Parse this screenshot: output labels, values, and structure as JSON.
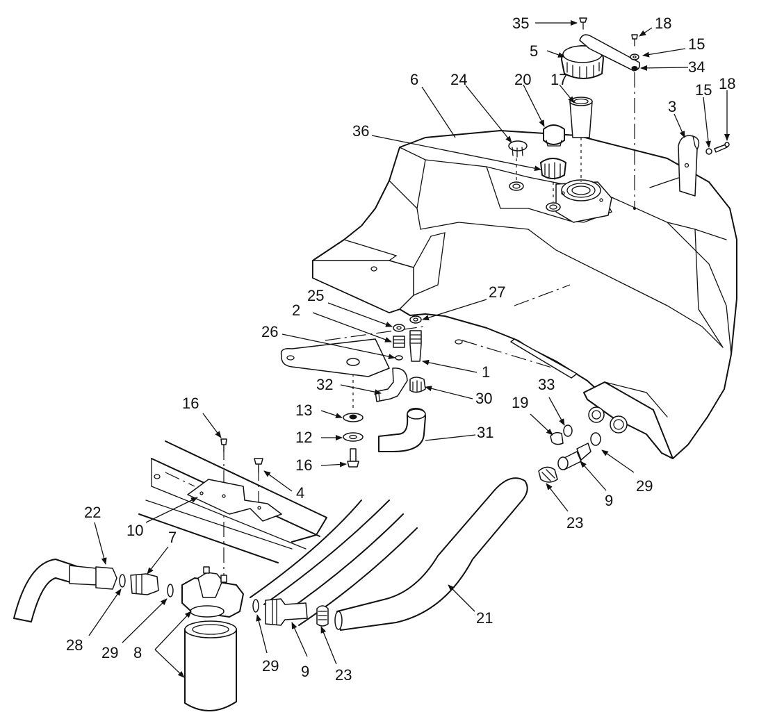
{
  "labels": {
    "l35": "35",
    "l18a": "18",
    "l5": "5",
    "l15a": "15",
    "l34": "34",
    "l6": "6",
    "l24": "24",
    "l20": "20",
    "l17": "17",
    "l15b": "15",
    "l18b": "18",
    "l3": "3",
    "l36": "36",
    "l25": "25",
    "l27": "27",
    "l2": "2",
    "l26": "26",
    "l1": "1",
    "l32": "32",
    "l30": "30",
    "l13": "13",
    "l12": "12",
    "l16a": "16",
    "l16b": "16",
    "l31": "31",
    "l33": "33",
    "l19": "19",
    "l29a": "29",
    "l9a": "9",
    "l23a": "23",
    "l4": "4",
    "l10": "10",
    "l22": "22",
    "l7": "7",
    "l21": "21",
    "l28": "28",
    "l29b": "29",
    "l8": "8",
    "l29c": "29",
    "l9b": "9",
    "l23b": "23"
  },
  "colors": {
    "line": "#111111",
    "background": "#ffffff"
  }
}
